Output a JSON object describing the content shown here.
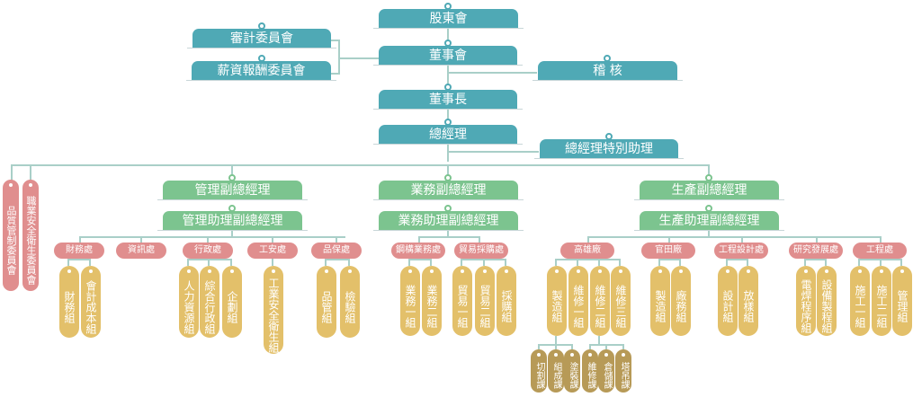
{
  "top": {
    "shareholders": "股東會",
    "board": "董事會",
    "audit_committee": "審計委員會",
    "compensation_committee": "薪資報酬委員會",
    "internal_audit": "稽 核",
    "chairman": "董事長",
    "general_manager": "總經理",
    "gm_special_assistant": "總經理特別助理"
  },
  "committees": [
    "品質管制委員會",
    "職業安全衛生委員會"
  ],
  "divisions": [
    {
      "vp": "管理副總經理",
      "assistant_vp": "管理助理副總經理",
      "departments": [
        {
          "name": "財務處",
          "groups": [
            "財務組",
            "會計成本組"
          ]
        },
        {
          "name": "資訊處",
          "groups": []
        },
        {
          "name": "行政處",
          "groups": [
            "人力資源組",
            "綜合行政組",
            "企劃組"
          ]
        },
        {
          "name": "工安處",
          "groups": [
            "工業安全衛生組"
          ]
        },
        {
          "name": "品保處",
          "groups": [
            "品管組",
            "檢驗組"
          ]
        }
      ]
    },
    {
      "vp": "業務副總經理",
      "assistant_vp": "業務助理副總經理",
      "departments": [
        {
          "name": "鋼構業務處",
          "groups": [
            "業務一組",
            "業務二組"
          ]
        },
        {
          "name": "貿易採購處",
          "groups": [
            "貿易一組",
            "貿易二組",
            "採購組"
          ]
        }
      ]
    },
    {
      "vp": "生產副總經理",
      "assistant_vp": "生產助理副總經理",
      "departments": [
        {
          "name": "高雄廠",
          "groups": [
            "製造組",
            "維修一組",
            "維修二組",
            "維修三組"
          ],
          "sections": {
            "製造組": [
              "切割課",
              "組成課",
              "塗裝課"
            ],
            "維修二組": [
              "維修課",
              "倉儲課",
              "塔吊課"
            ]
          }
        },
        {
          "name": "官田廠",
          "groups": [
            "製造組",
            "廠務組"
          ]
        },
        {
          "name": "工程設計處",
          "groups": [
            "設計組",
            "放樣組"
          ]
        },
        {
          "name": "研究發展處",
          "groups": [
            "電焊程序組",
            "設備製程組"
          ]
        },
        {
          "name": "工程處",
          "groups": [
            "施工一組",
            "施工二組",
            "管理組"
          ]
        }
      ]
    }
  ],
  "colors": {
    "executive": "#4fa9b5",
    "vice_president": "#7cc48f",
    "department": "#e08e8e",
    "group": "#e3c06a",
    "section": "#b79a57",
    "connector": "#a9cfc8"
  }
}
